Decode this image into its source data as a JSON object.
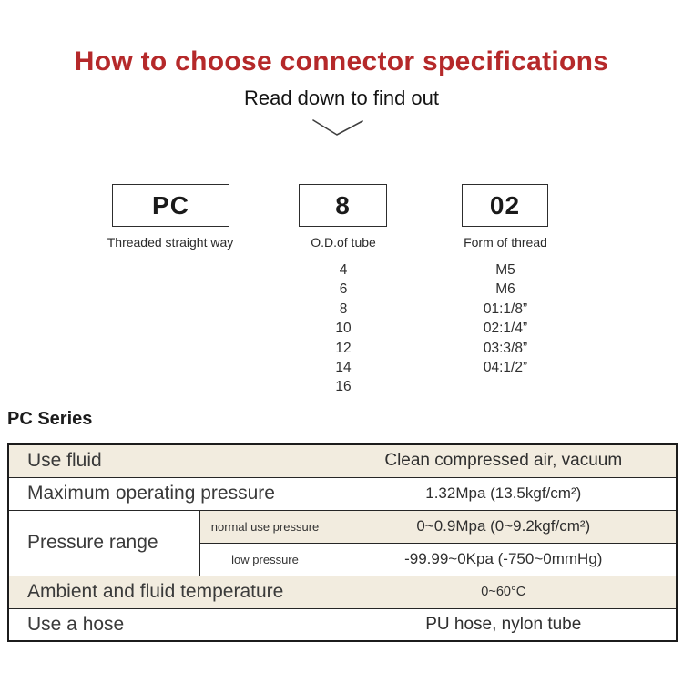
{
  "page": {
    "title": "How to choose connector specifications",
    "subtitle": "Read down to find out",
    "chevron_icon": "chevron-down"
  },
  "model_selector": {
    "segments": [
      {
        "code": "PC",
        "label": "Threaded straight way",
        "options": []
      },
      {
        "code": "8",
        "label": "O.D.of tube",
        "options": [
          "4",
          "6",
          "8",
          "10",
          "12",
          "14",
          "16"
        ]
      },
      {
        "code": "02",
        "label": "Form of thread",
        "options": [
          "M5",
          "M6",
          "01:1/8”",
          "02:1/4”",
          "03:3/8”",
          "04:1/2”"
        ]
      }
    ]
  },
  "series_heading": "PC Series",
  "spec_table": {
    "rows": [
      {
        "label": "Use fluid",
        "value": "Clean compressed air, vacuum"
      },
      {
        "label": "Maximum operating pressure",
        "value": "1.32Mpa (13.5kgf/cm²)"
      },
      {
        "label": "Pressure range",
        "subrows": [
          {
            "sublabel": "normal use pressure",
            "value": "0~0.9Mpa (0~9.2kgf/cm²)"
          },
          {
            "sublabel": "low pressure",
            "value": "-99.99~0Kpa (-750~0mmHg)"
          }
        ]
      },
      {
        "label": "Ambient and fluid temperature",
        "value": "0~60°C"
      },
      {
        "label": "Use a hose",
        "value": "PU hose, nylon tube"
      }
    ]
  },
  "colors": {
    "title_red": "#b5292a",
    "row_beige": "#f2ecdf",
    "border_dark": "#1c1c1c"
  }
}
